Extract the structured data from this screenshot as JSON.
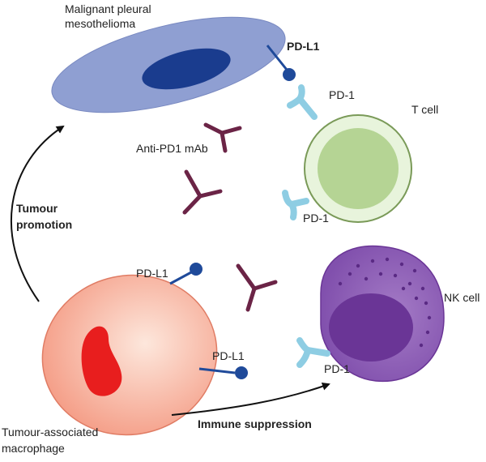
{
  "labels": {
    "mesothelioma": [
      "Malignant pleural",
      "mesothelioma"
    ],
    "pdl1_meso": "PD-L1",
    "pd1_top": "PD-1",
    "t_cell": "T cell",
    "anti_pd1": "Anti-PD1 mAb",
    "pd1_bottom": "PD-1",
    "tumour_promotion": [
      "Tumour",
      "promotion"
    ],
    "pdl1_mac_top": "PD-L1",
    "pdl1_mac_bottom": "PD-L1",
    "nk_cell": "NK cell",
    "pd1_nk": "PD-1",
    "immune_suppression": "Immune suppression",
    "macrophage": [
      "Tumour-associated",
      "macrophage"
    ]
  },
  "colors": {
    "meso_body": "#8f9fd2",
    "meso_nucleus": "#1a3c8e",
    "tcell_outer": "#e8f4dc",
    "tcell_inner": "#b5d494",
    "macrophage_body": "#f6a78f",
    "macrophage_nucleus": "#e81e1e",
    "nk_body": "#9060b8",
    "nk_nucleus": "#6a3596",
    "receptor": "#8ecde3",
    "ligand": "#1f4a9a",
    "antibody": "#6b2446",
    "arrow": "#111111"
  }
}
